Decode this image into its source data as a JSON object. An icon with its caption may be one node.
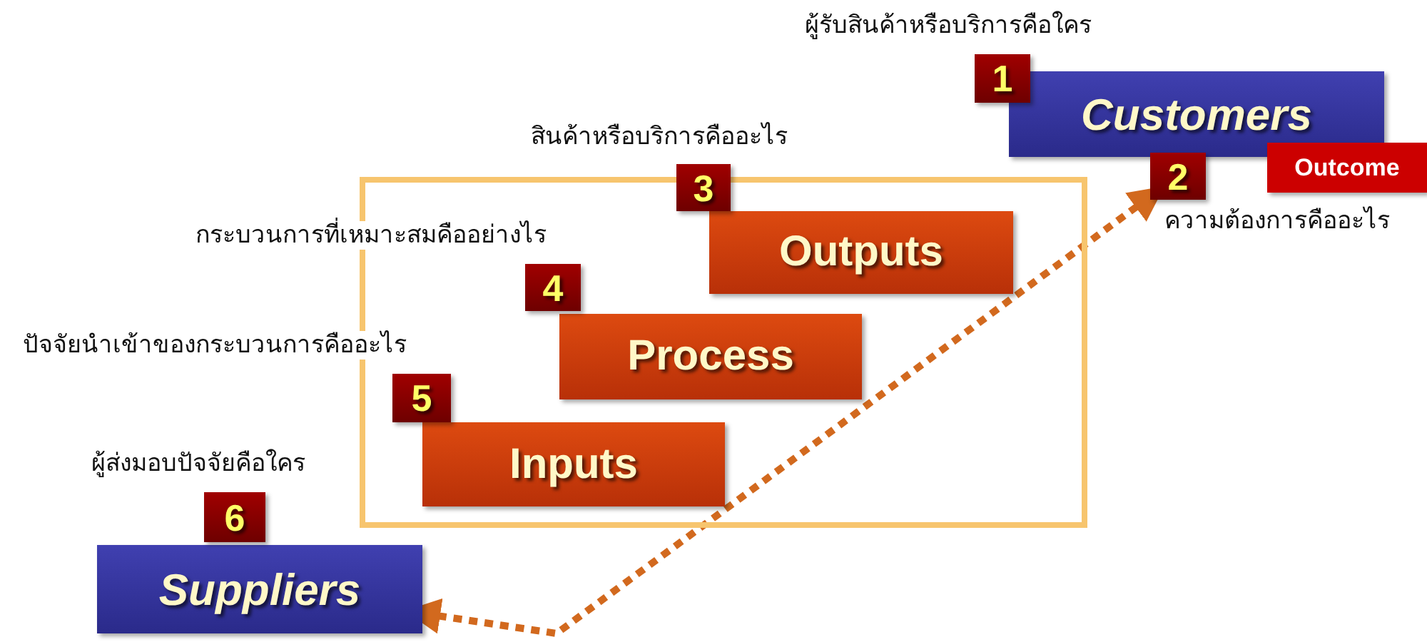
{
  "diagram": {
    "nodes": [
      {
        "text": [
          "1"
        ],
        "beside": [
          "ผู้รับสินค้าหรือบริการคือใคร"
        ]
      },
      {
        "text": [
          "Customers"
        ]
      },
      {
        "text": [
          "Outcome"
        ]
      },
      {
        "text": [
          "2"
        ],
        "beside": [
          "ความต้องการคืออะไร"
        ]
      },
      {
        "text": [],
        "shape": "box"
      },
      {
        "text": [
          "3"
        ],
        "beside": [
          "สินค้าหรือบริการคืออะไร"
        ]
      },
      {
        "text": [
          "Outputs"
        ],
        "in": 4
      },
      {
        "text": [
          "4"
        ],
        "in": 4,
        "beside": [
          "กระบวนการที่เหมาะสมคืออย่างไร"
        ]
      },
      {
        "text": [
          "Process"
        ],
        "in": 4
      },
      {
        "text": [
          "5"
        ],
        "in": 4,
        "beside": [
          "ปัจจัยนำเข้าของกระบวนการคืออะไร"
        ]
      },
      {
        "text": [
          "Inputs"
        ],
        "in": 4
      },
      {
        "text": [
          "6"
        ],
        "beside": [
          "ผู้ส่งมอบปัจจัยคือใคร"
        ]
      },
      {
        "text": [
          "Suppliers"
        ]
      }
    ],
    "edges": [
      {
        "from": 12,
        "to": 3,
        "arrow": "both",
        "style": "dashed"
      }
    ]
  }
}
